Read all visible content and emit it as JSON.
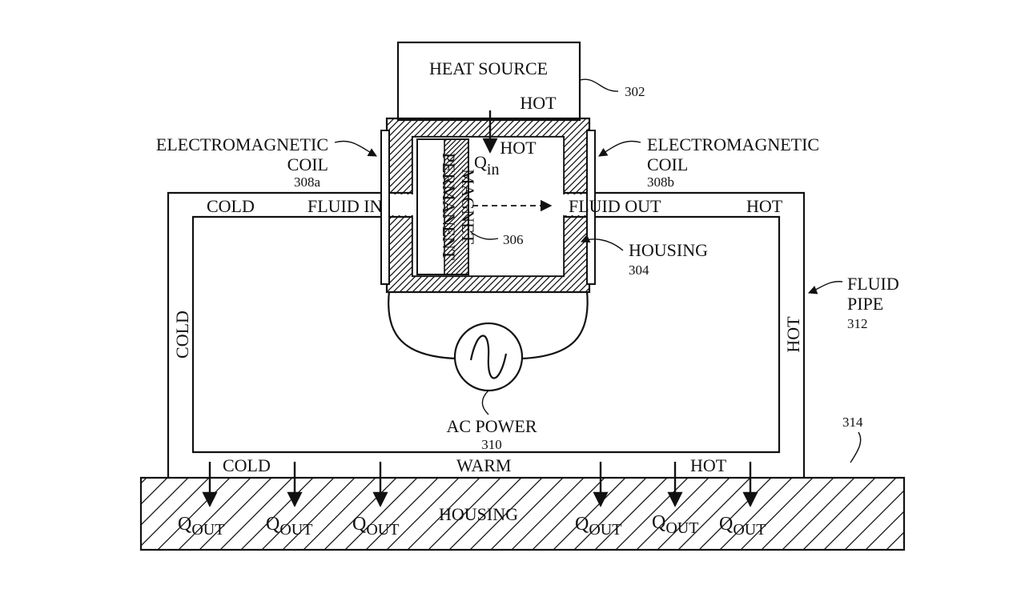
{
  "heat_source": {
    "label": "HEAT SOURCE",
    "hot": "HOT",
    "ref": "302"
  },
  "housing_top": {
    "hot": "HOT",
    "q_in_base": "Q",
    "q_in_sub": "in"
  },
  "coil_left": {
    "line1": "ELECTROMAGNETIC",
    "line2": "COIL",
    "ref": "308a"
  },
  "coil_right": {
    "line1": "ELECTROMAGNETIC",
    "line2": "COIL",
    "ref": "308b"
  },
  "magnet": {
    "line1": "PERMANENT",
    "line2": "MAGNET",
    "ref": "306"
  },
  "housing": {
    "label": "HOUSING",
    "ref": "304"
  },
  "pipe": {
    "cold_top": "COLD",
    "fluid_in": "FLUID IN",
    "fluid_out": "FLUID OUT",
    "hot_top": "HOT",
    "cold_side": "COLD",
    "hot_side": "HOT",
    "label_line1": "FLUID",
    "label_line2": "PIPE",
    "ref": "312"
  },
  "ac_power": {
    "label": "AC POWER",
    "ref": "310"
  },
  "base": {
    "cold": "COLD",
    "warm": "WARM",
    "hot": "HOT",
    "label": "HOUSING",
    "ref": "314",
    "q_out": [
      {
        "base": "Q",
        "sub": "OUT"
      },
      {
        "base": "Q",
        "sub": "OUT"
      },
      {
        "base": "Q",
        "sub": "OUT"
      },
      {
        "base": "Q",
        "sub": "OUT"
      },
      {
        "base": "Q",
        "sub": "OUT"
      },
      {
        "base": "Q",
        "sub": "OUT"
      }
    ]
  }
}
